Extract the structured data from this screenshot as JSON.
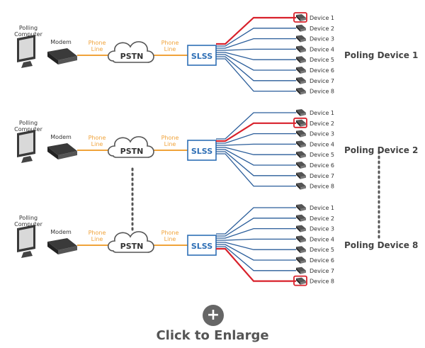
{
  "colors": {
    "phone_line": "#f0a33a",
    "device_line": "#2a5d9a",
    "active_line": "#d8212b",
    "slss_border": "#2e6fb6",
    "slss_text": "#2e6fb6",
    "label_orange": "#f0a33a",
    "text_dark": "#333333"
  },
  "rows": [
    {
      "computer_label_line1": "Polling",
      "computer_label_line2": "Computer",
      "modem_label": "Modem",
      "phone_label_left_line1": "Phone",
      "phone_label_left_line2": "Line",
      "pstn_label": "PSTN",
      "phone_label_right_line1": "Phone",
      "phone_label_right_line2": "Line",
      "slss_label": "SLSS",
      "polling_label": "Poling Device 1",
      "active_device_index": 0,
      "devices": [
        "Device 1",
        "Device 2",
        "Device 3",
        "Device 4",
        "Device 5",
        "Device 6",
        "Device 7",
        "Device 8"
      ]
    },
    {
      "computer_label_line1": "Polling",
      "computer_label_line2": "Computer",
      "modem_label": "Modem",
      "phone_label_left_line1": "Phone",
      "phone_label_left_line2": "Line",
      "pstn_label": "PSTN",
      "phone_label_right_line1": "Phone",
      "phone_label_right_line2": "Line",
      "slss_label": "SLSS",
      "polling_label": "Poling Device 2",
      "active_device_index": 1,
      "devices": [
        "Device 1",
        "Device 2",
        "Device 3",
        "Device 4",
        "Device 5",
        "Device 6",
        "Device 7",
        "Device 8"
      ]
    },
    {
      "computer_label_line1": "Polling",
      "computer_label_line2": "Computer",
      "modem_label": "Modem",
      "phone_label_left_line1": "Phone",
      "phone_label_left_line2": "Line",
      "pstn_label": "PSTN",
      "phone_label_right_line1": "Phone",
      "phone_label_right_line2": "Line",
      "slss_label": "SLSS",
      "polling_label": "Poling Device 8",
      "active_device_index": 7,
      "devices": [
        "Device 1",
        "Device 2",
        "Device 3",
        "Device 4",
        "Device 5",
        "Device 6",
        "Device 7",
        "Device 8"
      ]
    }
  ],
  "enlarge": {
    "icon_glyph": "+",
    "label": "Click to Enlarge"
  }
}
